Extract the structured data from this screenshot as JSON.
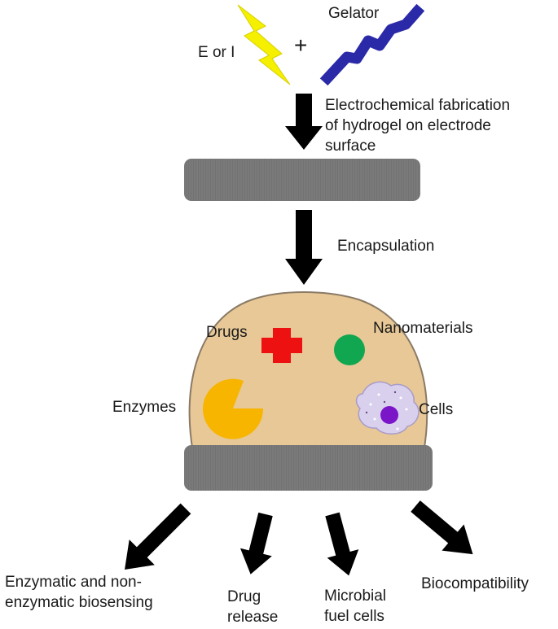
{
  "inputs": {
    "energy_label": "E or I",
    "plus_sign": "+",
    "gelator_label": "Gelator"
  },
  "steps": {
    "fabrication_lines": [
      "Electrochemical fabrication",
      "of hydrogel on electrode",
      "surface"
    ],
    "encapsulation": "Encapsulation"
  },
  "cargo": {
    "drugs": "Drugs",
    "nanomaterials": "Nanomaterials",
    "enzymes": "Enzymes",
    "cells": "Cells"
  },
  "applications": {
    "biosensing_lines": [
      "Enzymatic and non-",
      "enzymatic biosensing"
    ],
    "drug_release_lines": [
      "Drug",
      "release"
    ],
    "fuel_cells_lines": [
      "Microbial",
      "fuel cells"
    ],
    "biocompatibility": "Biocompatibility"
  },
  "colors": {
    "electrode": "#7a7a7a",
    "hydrogel": "#e8c896",
    "lightning": "#f5f000",
    "gelator": "#2a2aa8",
    "drug_cross": "#ee1111",
    "nanomaterial": "#11a650",
    "enzyme": "#f7b500",
    "cell_body": "#d9d0ee",
    "cell_nucleus": "#7a16c8",
    "arrow": "#000000"
  }
}
